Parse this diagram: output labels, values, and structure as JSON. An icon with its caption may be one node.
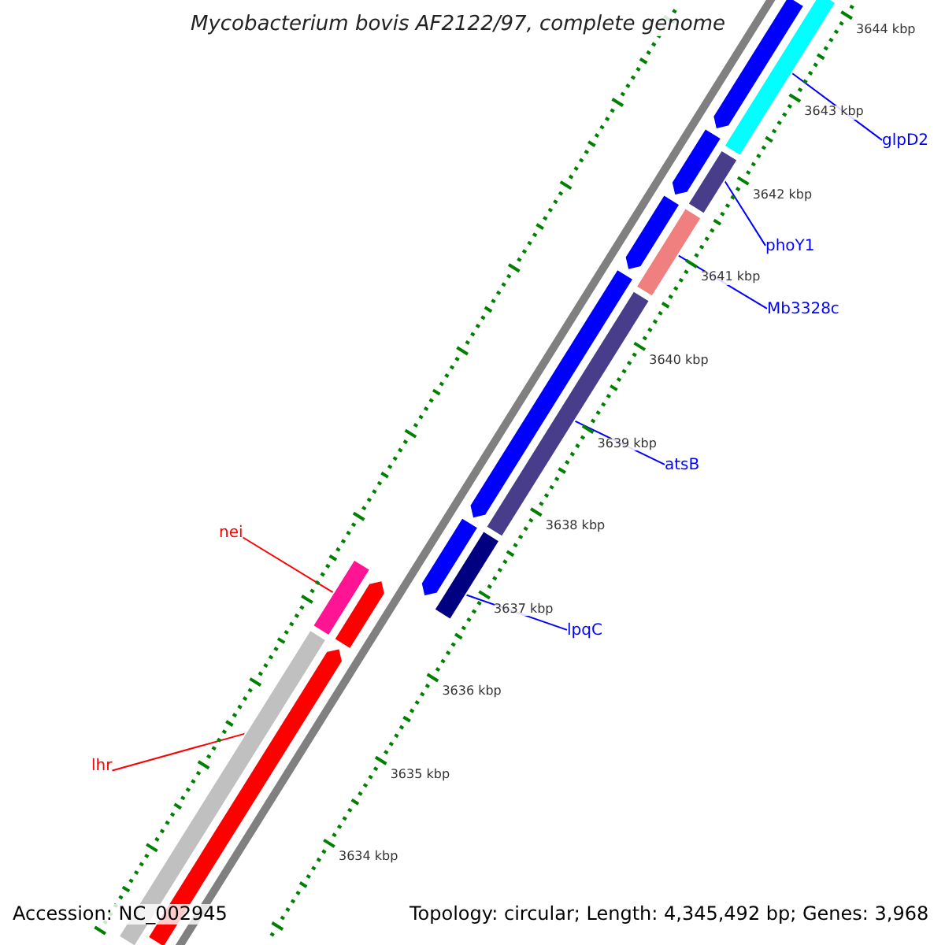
{
  "diagram": {
    "title": "Mycobacterium bovis AF2122/97, complete genome",
    "nodes": [
      {
        "text": [
          "glpD2"
        ]
      },
      {
        "text": [],
        "shape": "bar"
      },
      {
        "text": [
          "phoY1"
        ]
      },
      {
        "text": [],
        "shape": "bar"
      },
      {
        "text": [
          "Mb3328c"
        ]
      },
      {
        "text": [],
        "shape": "bar"
      },
      {
        "text": [
          "atsB"
        ]
      },
      {
        "text": [],
        "shape": "bar"
      },
      {
        "text": [
          "nei"
        ]
      },
      {
        "text": [],
        "shape": "bar"
      },
      {
        "text": [
          "lpqC"
        ]
      },
      {
        "text": [],
        "shape": "bar"
      },
      {
        "text": [
          "lhr"
        ]
      },
      {
        "text": [],
        "shape": "bar"
      },
      {
        "text": [],
        "shape": "arrow"
      },
      {
        "text": [],
        "shape": "arrow"
      },
      {
        "text": [],
        "shape": "arrow"
      },
      {
        "text": [],
        "shape": "arrow"
      },
      {
        "text": [],
        "shape": "arrow"
      },
      {
        "text": [],
        "shape": "arrow"
      },
      {
        "text": [],
        "shape": "arrow"
      }
    ],
    "edges": [
      {
        "from": 0,
        "to": 1,
        "arrow": "none"
      },
      {
        "from": 2,
        "to": 3,
        "arrow": "none"
      },
      {
        "from": 4,
        "to": 5,
        "arrow": "none"
      },
      {
        "from": 6,
        "to": 7,
        "arrow": "none"
      },
      {
        "from": 8,
        "to": 9,
        "arrow": "none",
        "color": "#ff0000"
      },
      {
        "from": 10,
        "to": 11,
        "arrow": "none"
      },
      {
        "from": 12,
        "to": 13,
        "arrow": "none",
        "color": "#ff0000"
      }
    ],
    "labels": [
      "3644 kbp",
      "3643 kbp",
      "3642 kbp",
      "3641 kbp",
      "3640 kbp",
      "3639 kbp",
      "3638 kbp",
      "3637 kbp",
      "3636 kbp",
      "3635 kbp",
      "3634 kbp",
      "Accession: NC_002945",
      "Topology: circular; Length: 4,345,492 bp; Genes: 3,968"
    ]
  }
}
